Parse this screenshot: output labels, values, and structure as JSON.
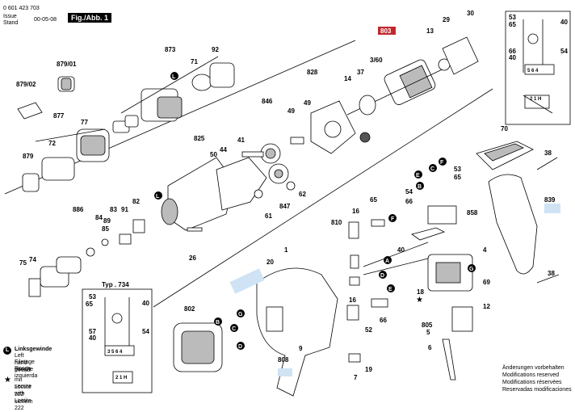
{
  "header": {
    "doc_number": "0 601 423 703",
    "issue_label": "Issue",
    "stand_label": "Stand",
    "date": "00-05-08",
    "figure": "Fig./Abb. 1"
  },
  "type_label": "Typ . 734",
  "legend": {
    "thread_code": "L",
    "thread_lines": [
      "Linksgewinde",
      "Left hand thread",
      "Filetage gauche",
      "Rosca izquierda"
    ],
    "loctite_lines": [
      "mit Loctite 222 sichern",
      "secure with Loctite 222"
    ]
  },
  "footer_lines": [
    "Änderungen vorbehalten",
    "Modifications reserved",
    "Modifications réservées",
    "Reservadas modificaciones"
  ],
  "highlighted_part": "803",
  "parts": {
    "p873": "873",
    "p71": "71",
    "p92": "92",
    "p879_01": "879/01",
    "p879_02": "879/02",
    "p877": "877",
    "p72": "72",
    "p77": "77",
    "p879": "879",
    "p828": "828",
    "p846": "846",
    "p49a": "49",
    "p49b": "49",
    "p41": "41",
    "p825": "825",
    "p50": "50",
    "p44": "44",
    "p847": "847",
    "p61": "61",
    "p62": "62",
    "p26": "26",
    "p886": "886",
    "p83": "83",
    "p82": "82",
    "p84": "84",
    "p89": "89",
    "p91": "91",
    "p85": "85",
    "p75": "75",
    "p74": "74",
    "p803": "803",
    "p3_60": "3/60",
    "p14": "14",
    "p37": "37",
    "p13": "13",
    "p29": "29",
    "p30": "30",
    "p53a": "53",
    "p65a": "65",
    "p40a": "40",
    "p66a": "66",
    "p40b": "40",
    "p54a": "54",
    "p70": "70",
    "p38a": "38",
    "p839": "839",
    "p38b": "38",
    "p54b": "54",
    "p66b": "66",
    "p53b": "53",
    "p65b": "65",
    "p858": "858",
    "p16a": "16",
    "p65c": "65",
    "p810": "810",
    "p40c": "40",
    "p4": "4",
    "p20": "20",
    "p1": "1",
    "p18": "18",
    "p69": "69",
    "p12": "12",
    "p805": "805",
    "p5": "5",
    "p6": "6",
    "p16b": "16",
    "p66c": "66",
    "p52": "52",
    "p802": "802",
    "p9": "9",
    "p808": "808",
    "p7": "7",
    "p19": "19",
    "t53": "53",
    "t65": "65",
    "t40a": "40",
    "t57": "57",
    "t40b": "40",
    "t54": "54"
  },
  "wire_markers": [
    "A",
    "B",
    "C",
    "D",
    "E",
    "F",
    "G"
  ]
}
